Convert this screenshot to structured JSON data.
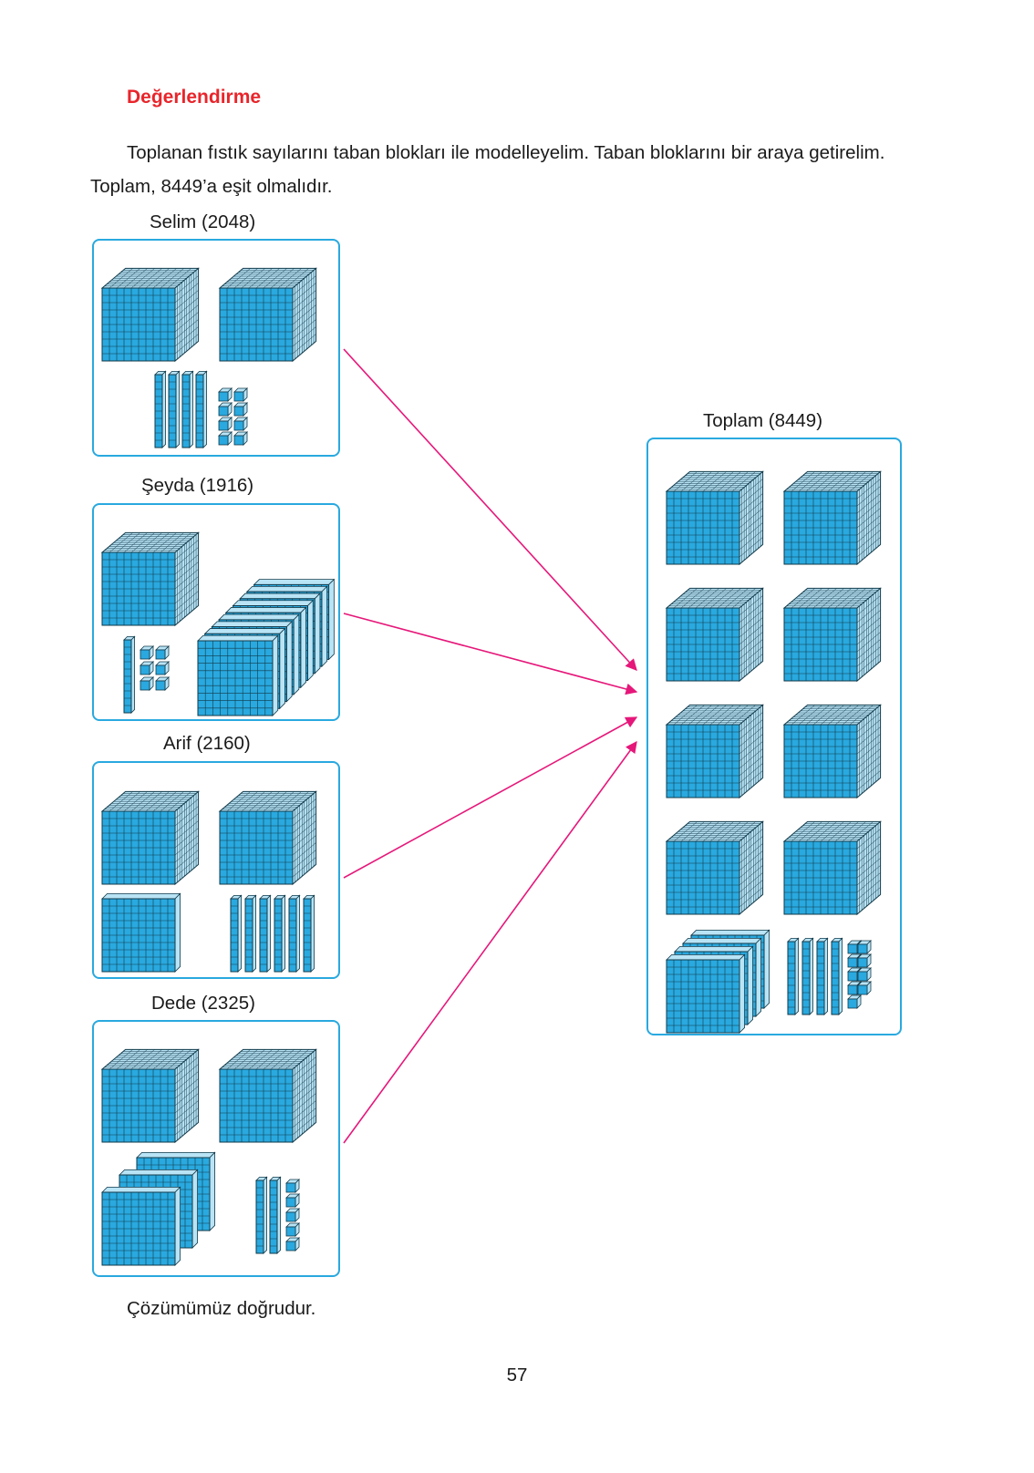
{
  "heading": "Değerlendirme",
  "intro": "Toplanan fıstık sayılarını taban blokları ile modelleyelim. Taban bloklarını bir araya getirelim. Toplam, 8449’a eşit olmalıdır.",
  "panels": [
    {
      "label": "Selim (2048)",
      "thousands": 2,
      "hundreds": 0,
      "tens": 4,
      "ones": 8
    },
    {
      "label": "Şeyda (1916)",
      "thousands": 1,
      "hundreds": 9,
      "tens": 1,
      "ones": 6
    },
    {
      "label": "Arif (2160)",
      "thousands": 2,
      "hundreds": 1,
      "tens": 6,
      "ones": 0
    },
    {
      "label": "Dede (2325)",
      "thousands": 2,
      "hundreds": 3,
      "tens": 2,
      "ones": 5
    }
  ],
  "total": {
    "label": "Toplam (8449)",
    "thousands": 8,
    "hundreds": 4,
    "tens": 4,
    "ones": 9
  },
  "conclusion": "Çözümümüz doğrudur.",
  "page_number": "57",
  "colors": {
    "heading": "#e8252b",
    "panel_border": "#29a9df",
    "block_fill": "#29a9df",
    "block_top": "#b9e4f6",
    "arrow": "#e6177a"
  }
}
